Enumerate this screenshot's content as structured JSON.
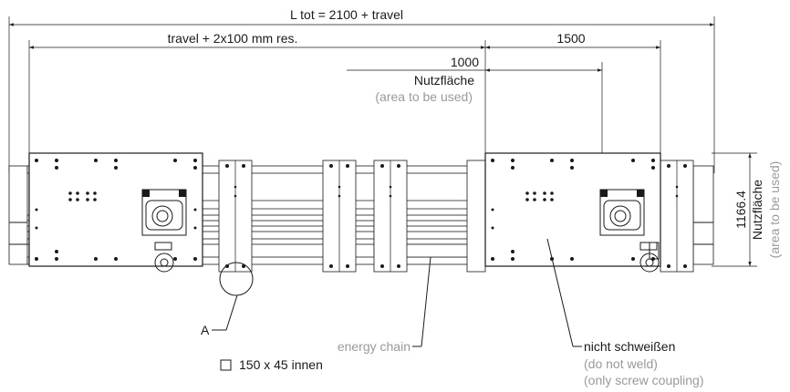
{
  "dimensions": {
    "total_length": "L tot = 2100 + travel",
    "travel": "travel + 2x100 mm res.",
    "right_span": "1500",
    "usable_length": "1000",
    "usable_label": "Nutzfläche",
    "usable_label_en": "(area to be used)",
    "height_value": "1166.4",
    "height_label": "Nutzfläche",
    "height_label_en": "(area to be used)"
  },
  "callouts": {
    "detail_marker": "A",
    "energy_chain": "energy chain",
    "energy_chain_size": "150 x 45 innen",
    "no_weld": "nicht schweißen",
    "no_weld_en": "(do not weld)",
    "screw_only_en": "(only screw coupling)"
  },
  "colors": {
    "line": "#1a1a1a",
    "secondary_text": "#9a9a9a"
  }
}
